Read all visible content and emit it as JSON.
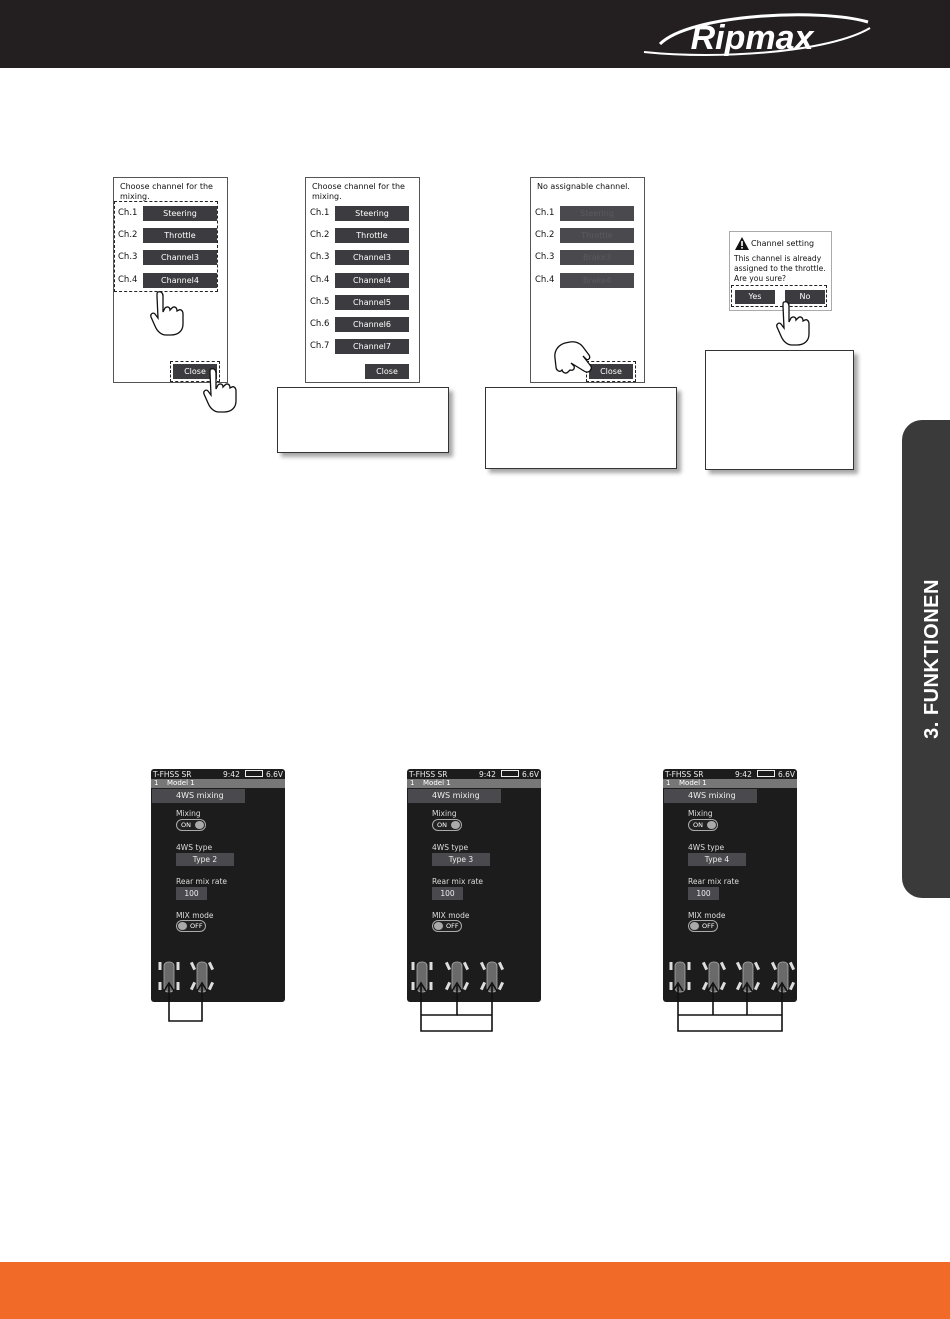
{
  "header": {
    "brand": "Ripmax",
    "bg_color": "#231f20"
  },
  "side_tab": {
    "label": "3. FUNKTIONEN"
  },
  "footer": {
    "color": "#f26a27"
  },
  "panel1": {
    "title": "Choose channel for the mixing.",
    "channels": [
      {
        "label": "Ch.1",
        "value": "Steering"
      },
      {
        "label": "Ch.2",
        "value": "Throttle"
      },
      {
        "label": "Ch.3",
        "value": "Channel3"
      },
      {
        "label": "Ch.4",
        "value": "Channel4"
      }
    ],
    "close": "Close"
  },
  "panel2": {
    "title": "Choose channel for the mixing.",
    "channels": [
      {
        "label": "Ch.1",
        "value": "Steering"
      },
      {
        "label": "Ch.2",
        "value": "Throttle"
      },
      {
        "label": "Ch.3",
        "value": "Channel3"
      },
      {
        "label": "Ch.4",
        "value": "Channel4"
      },
      {
        "label": "Ch.5",
        "value": "Channel5"
      },
      {
        "label": "Ch.6",
        "value": "Channel6"
      },
      {
        "label": "Ch.7",
        "value": "Channel7"
      }
    ],
    "close": "Close"
  },
  "panel3": {
    "title": "No assignable channel.",
    "channels": [
      {
        "label": "Ch.1",
        "value": "Steering"
      },
      {
        "label": "Ch.2",
        "value": "Throttle"
      },
      {
        "label": "Ch.3",
        "value": "Brake3"
      },
      {
        "label": "Ch.4",
        "value": "Brake4"
      }
    ],
    "close": "Close"
  },
  "dialog": {
    "title": "Channel setting",
    "message": "This channel is already assigned to the throttle. Are you sure?",
    "yes": "Yes",
    "no": "No"
  },
  "ws_screens": [
    {
      "system": "T-FHSS SR",
      "time": "9:42",
      "voltage": "6.6V",
      "model_num": "1",
      "model_name": "Model 1",
      "tab": "4WS mixing",
      "mixing_label": "Mixing",
      "mixing_value": "ON",
      "type_label": "4WS type",
      "type_value": "Type 2",
      "rate_label": "Rear mix rate",
      "rate_value": "100",
      "mode_label": "MIX mode",
      "mode_value": "OFF",
      "cars": 2
    },
    {
      "system": "T-FHSS SR",
      "time": "9:42",
      "voltage": "6.6V",
      "model_num": "1",
      "model_name": "Model 1",
      "tab": "4WS mixing",
      "mixing_label": "Mixing",
      "mixing_value": "ON",
      "type_label": "4WS type",
      "type_value": "Type 3",
      "rate_label": "Rear mix rate",
      "rate_value": "100",
      "mode_label": "MIX mode",
      "mode_value": "OFF",
      "cars": 3
    },
    {
      "system": "T-FHSS SR",
      "time": "9:42",
      "voltage": "6.6V",
      "model_num": "1",
      "model_name": "Model 1",
      "tab": "4WS mixing",
      "mixing_label": "Mixing",
      "mixing_value": "ON",
      "type_label": "4WS type",
      "type_value": "Type 4",
      "rate_label": "Rear mix rate",
      "rate_value": "100",
      "mode_label": "MIX mode",
      "mode_value": "OFF",
      "cars": 4
    }
  ]
}
